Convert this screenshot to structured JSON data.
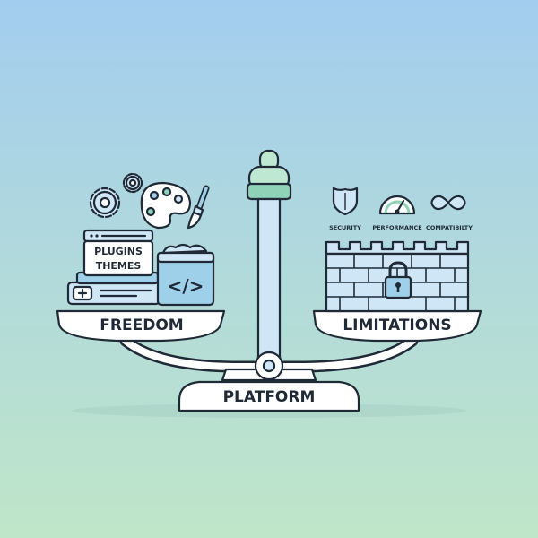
{
  "scale": {
    "left_pan_label": "FREEDOM",
    "right_pan_label": "LIMITATIONS",
    "base_label": "PLATFORM"
  },
  "freedom_stack": {
    "box_line1": "PLUGINS",
    "box_line2": "THEMES",
    "code_glyph": "</>",
    "icons": [
      "gear-icon",
      "palette-icon",
      "paintbrush-icon",
      "code-icon",
      "plugin-icon"
    ]
  },
  "limitations": {
    "icons": [
      {
        "icon": "shield-icon",
        "label": "SECURITY"
      },
      {
        "icon": "gauge-icon",
        "label": "PERFORMANCE"
      },
      {
        "icon": "infinity-link-icon",
        "label": "COMPATIBILTY"
      }
    ],
    "wall_icon": "padlock-icon"
  },
  "colors": {
    "bg_top": "#a3cdef",
    "bg_bottom": "#bfe6c8",
    "ink": "#1f2a36",
    "light_blue": "#cfe6f6",
    "mid_blue": "#9fd0ea",
    "green": "#bfe8d2",
    "teal": "#8fd2b8",
    "white": "#ffffff"
  }
}
